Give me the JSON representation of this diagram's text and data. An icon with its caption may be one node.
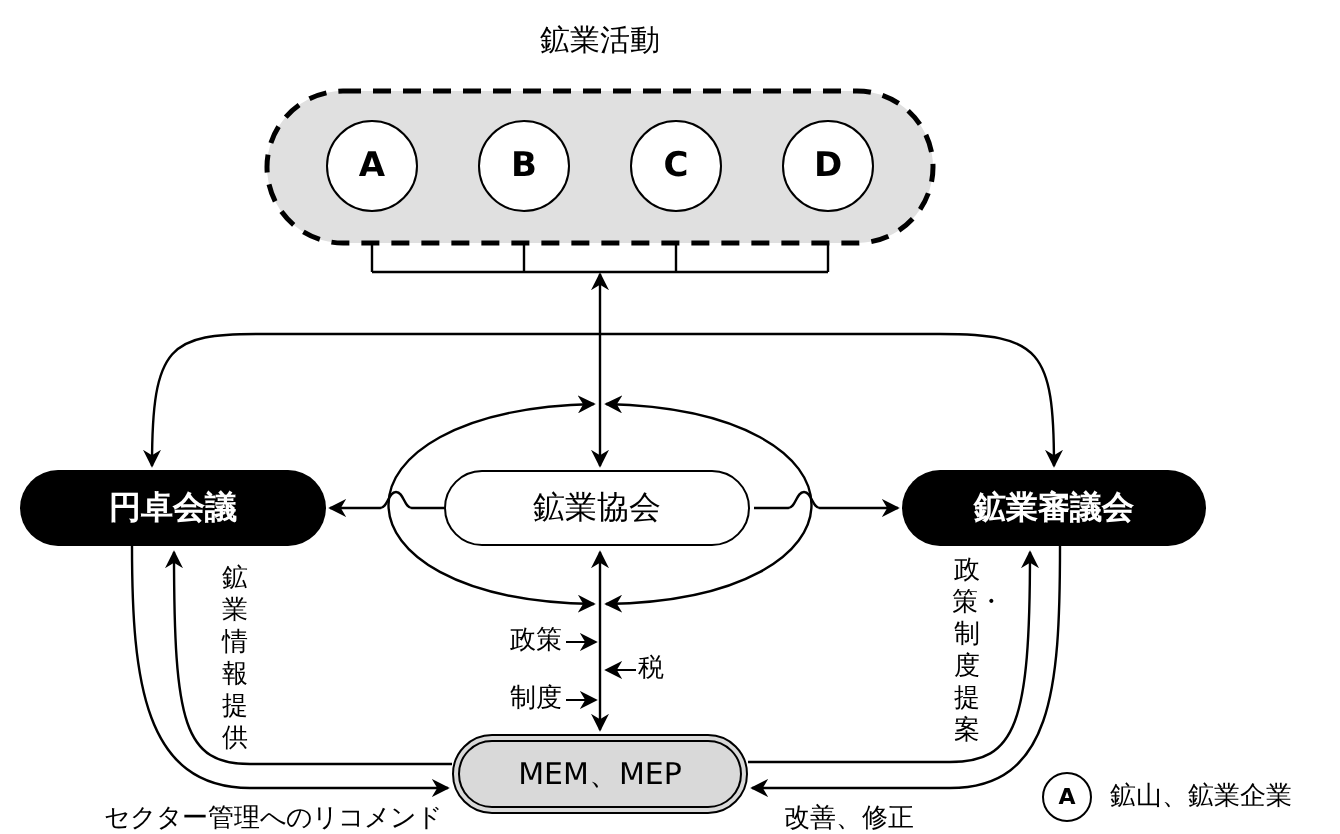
{
  "diagram": {
    "nodes": [
      {
        "text": [
          "鉱業活動"
        ]
      },
      {
        "text": [
          "A"
        ],
        "in": 0
      },
      {
        "text": [
          "B"
        ],
        "in": 0
      },
      {
        "text": [
          "C"
        ],
        "in": 0
      },
      {
        "text": [
          "D"
        ],
        "in": 0
      },
      {
        "text": [
          "円卓会議"
        ]
      },
      {
        "text": [
          "鉱業協会"
        ]
      },
      {
        "text": [
          "鉱業審議会"
        ]
      },
      {
        "text": [
          "MEM、MEP"
        ]
      }
    ],
    "edges": [
      {
        "from": 1,
        "to": 6,
        "arrow": "to"
      },
      {
        "from": 2,
        "to": 6,
        "arrow": "to"
      },
      {
        "from": 3,
        "to": 6,
        "arrow": "to"
      },
      {
        "from": 4,
        "to": 6,
        "arrow": "to"
      },
      {
        "from": 5,
        "to": 7,
        "arrow": "both"
      },
      {
        "from": 6,
        "to": 5,
        "arrow": "to"
      },
      {
        "from": 6,
        "to": 7,
        "arrow": "to"
      },
      {
        "from": 6,
        "to": 8,
        "arrow": "both"
      },
      {
        "from": 5,
        "to": 8,
        "arrow": "to",
        "label": "セクター管理へのリコメンド"
      },
      {
        "from": 8,
        "to": 5,
        "arrow": "to",
        "label": "鉱業情報提供"
      },
      {
        "from": 8,
        "to": 7,
        "arrow": "to",
        "label": "政策・制度提案"
      },
      {
        "from": 7,
        "to": 8,
        "arrow": "to",
        "label": "改善、修正"
      }
    ],
    "labels": [
      "政策",
      "税",
      "制度",
      "A"
    ],
    "legend": [
      {
        "text": "鉱山、鉱業企業"
      }
    ]
  }
}
